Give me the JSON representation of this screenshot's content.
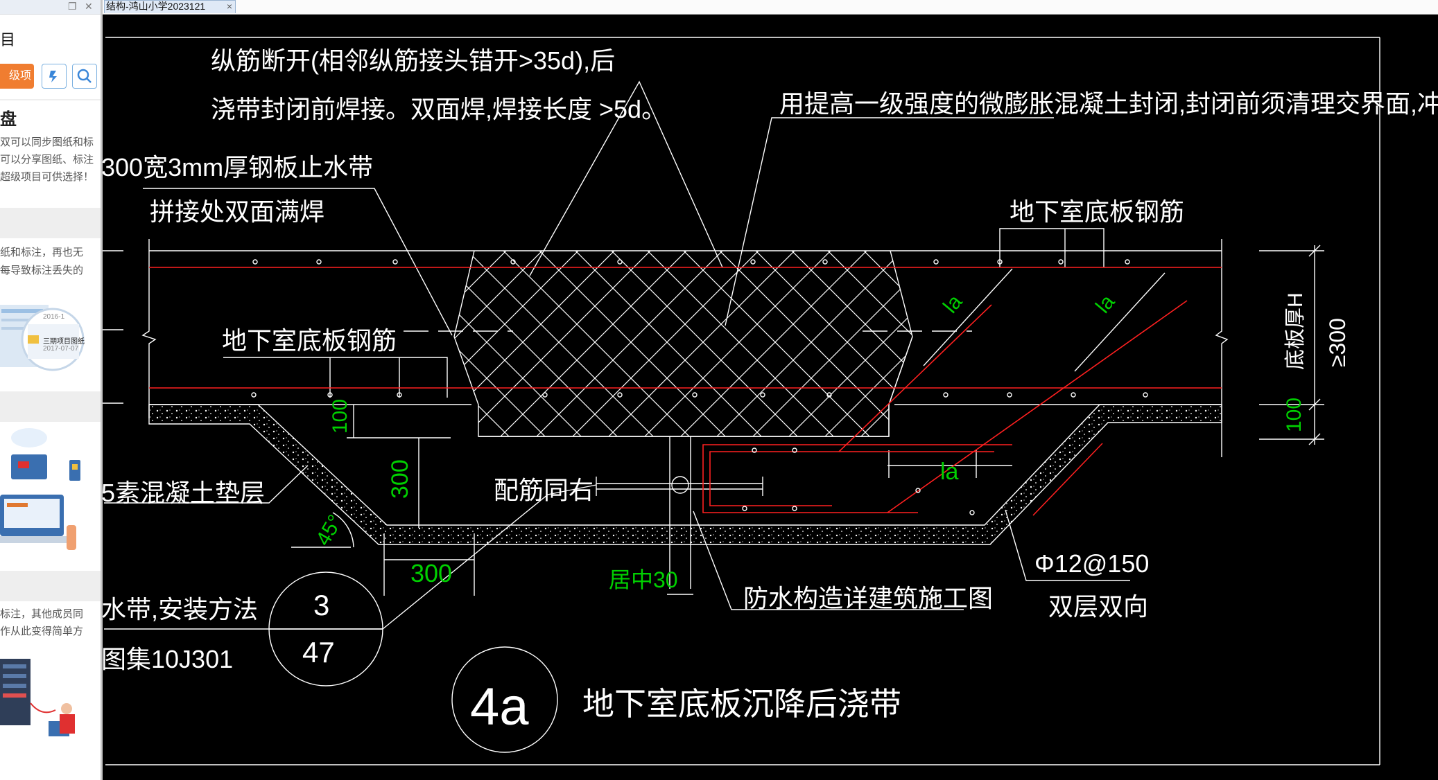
{
  "sidebar": {
    "title": "目",
    "upgrade_button": "级项目",
    "sync_icon": "sync-icon",
    "search_icon": "search-icon",
    "cloud_heading": "盘",
    "cloud_desc": [
      "双可以同步图纸和标",
      "可以分享图纸、标注",
      "超级项目可供选择！"
    ],
    "feature1_desc": [
      "纸和标注，再也无",
      "每导致标注丢失的"
    ],
    "thumb_date_1": "2016-1",
    "thumb_name": "三期项目图纸",
    "thumb_date_2": "2017-07-07",
    "feature3_desc": [
      "标注，其他成员同",
      "作从此变得简单方"
    ]
  },
  "tab": {
    "label": "结构-鸿山小学2023121",
    "close": "×"
  },
  "drawing": {
    "colors": {
      "background": "#000000",
      "line": "#ffffff",
      "rebar": "#ff2020",
      "dim": "#00d000"
    },
    "labels": {
      "note_rebar_1": "纵筋断开(相邻纵筋接头错开>35d),后",
      "note_rebar_2": "浇带封闭前焊接。双面焊,焊接长度 >5d。",
      "note_concrete": "用提高一级强度的微膨胀混凝土封闭,封闭前须清理交界面,冲洗干净",
      "waterstop_1": "300宽3mm厚钢板止水带",
      "waterstop_2": "拼接处双面满焊",
      "rebar_right": "地下室底板钢筋",
      "rebar_left": "地下室底板钢筋",
      "plain_concrete": "5素混凝土垫层",
      "same_rebar": "配筋同右",
      "install_1": "水带,安装方法",
      "install_2": "图集10J301",
      "waterproof": "防水构造详建筑施工图",
      "bar_spec": "Φ12@150",
      "bar_spec_2": "双层双向",
      "slab_thickness": "底板厚H",
      "slab_min": "≥300",
      "section_num": "4a",
      "section_title": "地下室底板沉降后浇带",
      "detail_top": "3",
      "detail_bottom": "47"
    },
    "dims": {
      "d100_left": "100",
      "d300_vert": "300",
      "d300_horiz": "300",
      "center30": "居中30",
      "la_1": "la",
      "la_2": "la",
      "la_3": "la",
      "d100_right": "100",
      "angle": "45°"
    }
  }
}
